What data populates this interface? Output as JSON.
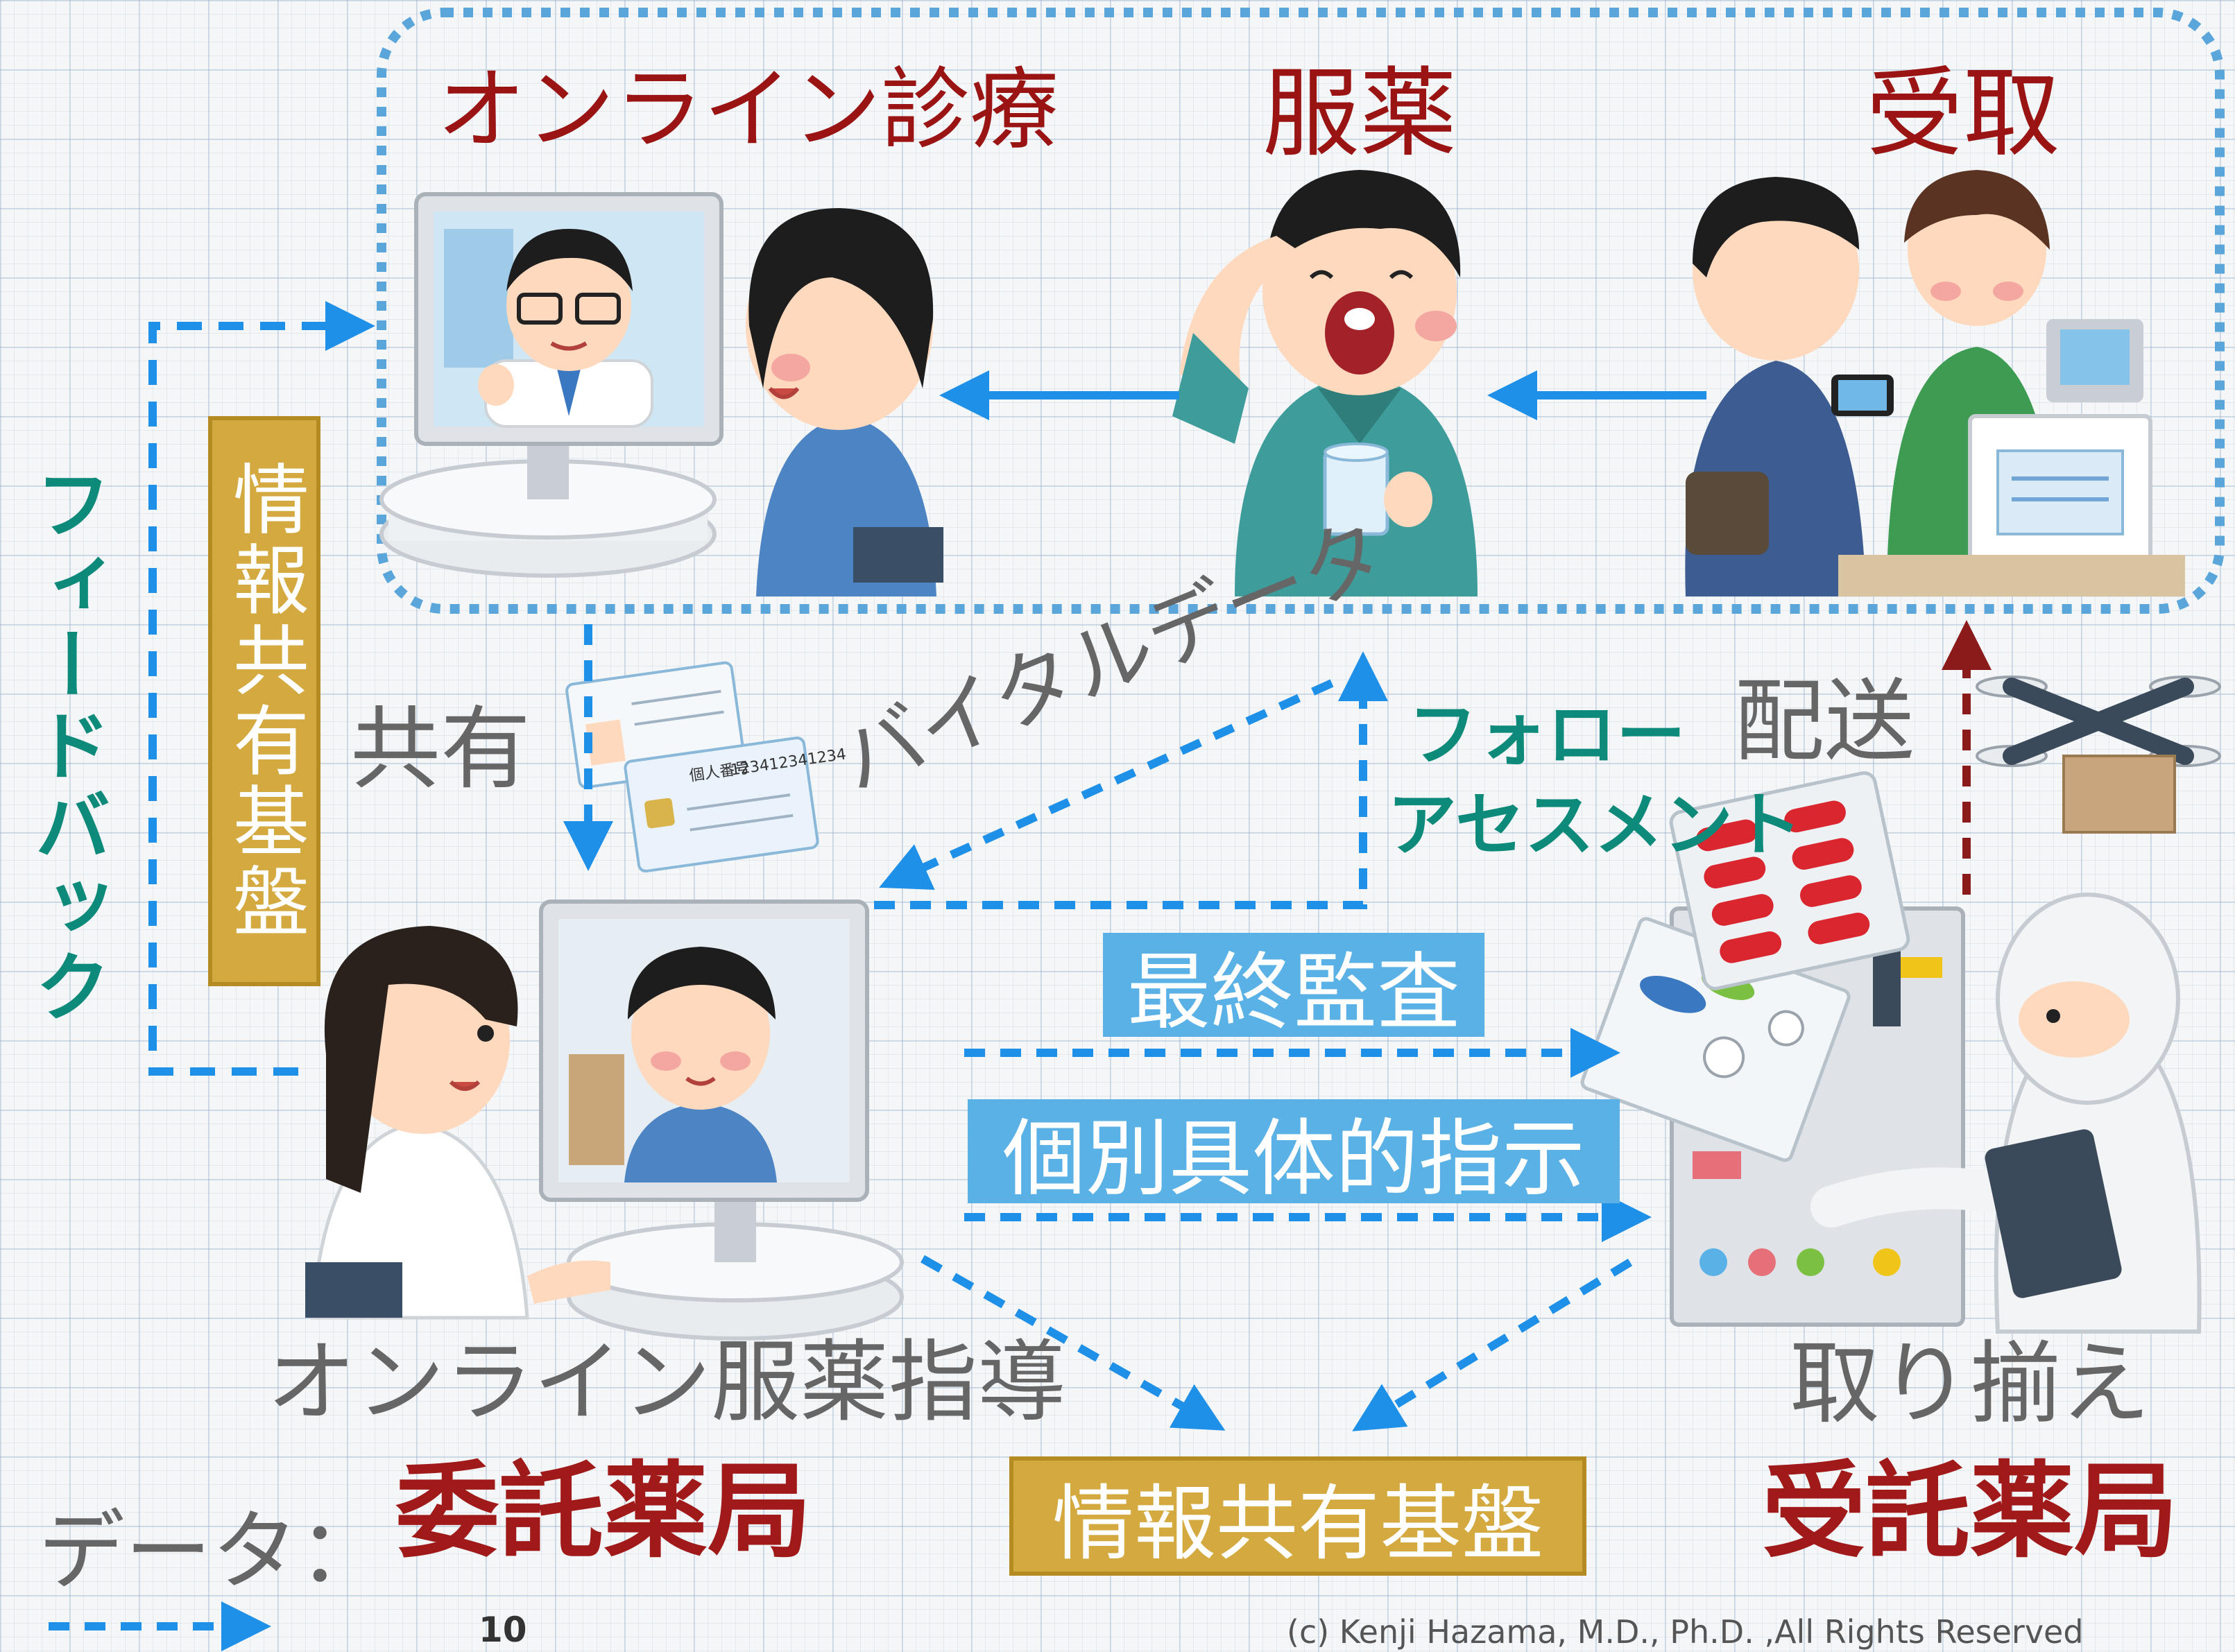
{
  "top_labels": {
    "online_consult": "オンライン診療",
    "medication": "服薬",
    "receipt": "受取"
  },
  "left": {
    "feedback": "フィードバック",
    "platform_vertical": "情報共有基盤"
  },
  "middle": {
    "share": "共有",
    "vital_data": "バイタルデータ",
    "follow_assessment_1": "フォロー",
    "follow_assessment_2": "アセスメント",
    "delivery": "配送",
    "final_audit": "最終監査",
    "individual_instructions": "個別具体的指示"
  },
  "bottom": {
    "online_guidance": "オンライン服薬指導",
    "consignor_pharmacy": "委託薬局",
    "platform": "情報共有基盤",
    "picking": "取り揃え",
    "consignee_pharmacy": "受託薬局",
    "data_legend": "データ：",
    "page_number": "10",
    "copyright": "(c) Kenji Hazama, M.D., Ph.D. ,All Rights Reserved"
  },
  "card": {
    "number_label": "個人番号",
    "number": "123412341234"
  },
  "colors": {
    "accent_red": "#a11a1a",
    "arrow_blue": "#1e90e8",
    "dotted_frame": "#5aa6db",
    "gold": "#d4a93f",
    "blue_label": "#5ab1e6",
    "teal_text": "#0d8a7a",
    "delivery_arrow": "#8b1a1a"
  }
}
